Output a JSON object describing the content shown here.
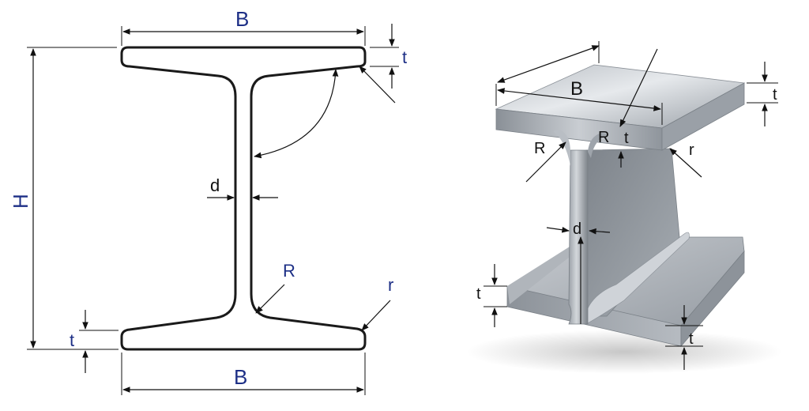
{
  "drawing_2d": {
    "label_b_top": "B",
    "label_b_bottom": "B",
    "label_h": "H",
    "label_t_top": "t",
    "label_t_bottom": "t",
    "label_d": "d",
    "label_r_root": "R",
    "label_r_toe": "r"
  },
  "drawing_3d": {
    "label_b": "B",
    "label_t_top": "t",
    "label_r_root_left": "R",
    "label_t_flange": "t",
    "label_r_toe_right": "r",
    "label_d": "d",
    "label_t_left": "t",
    "label_t_bottom": "t"
  },
  "colors": {
    "label_blue": "#1d2f86",
    "label_black": "#111111",
    "outline": "#1a1a1a",
    "steel_light": "#d9dde2",
    "steel_mid": "#a9afb6",
    "steel_dark": "#6e747b"
  }
}
